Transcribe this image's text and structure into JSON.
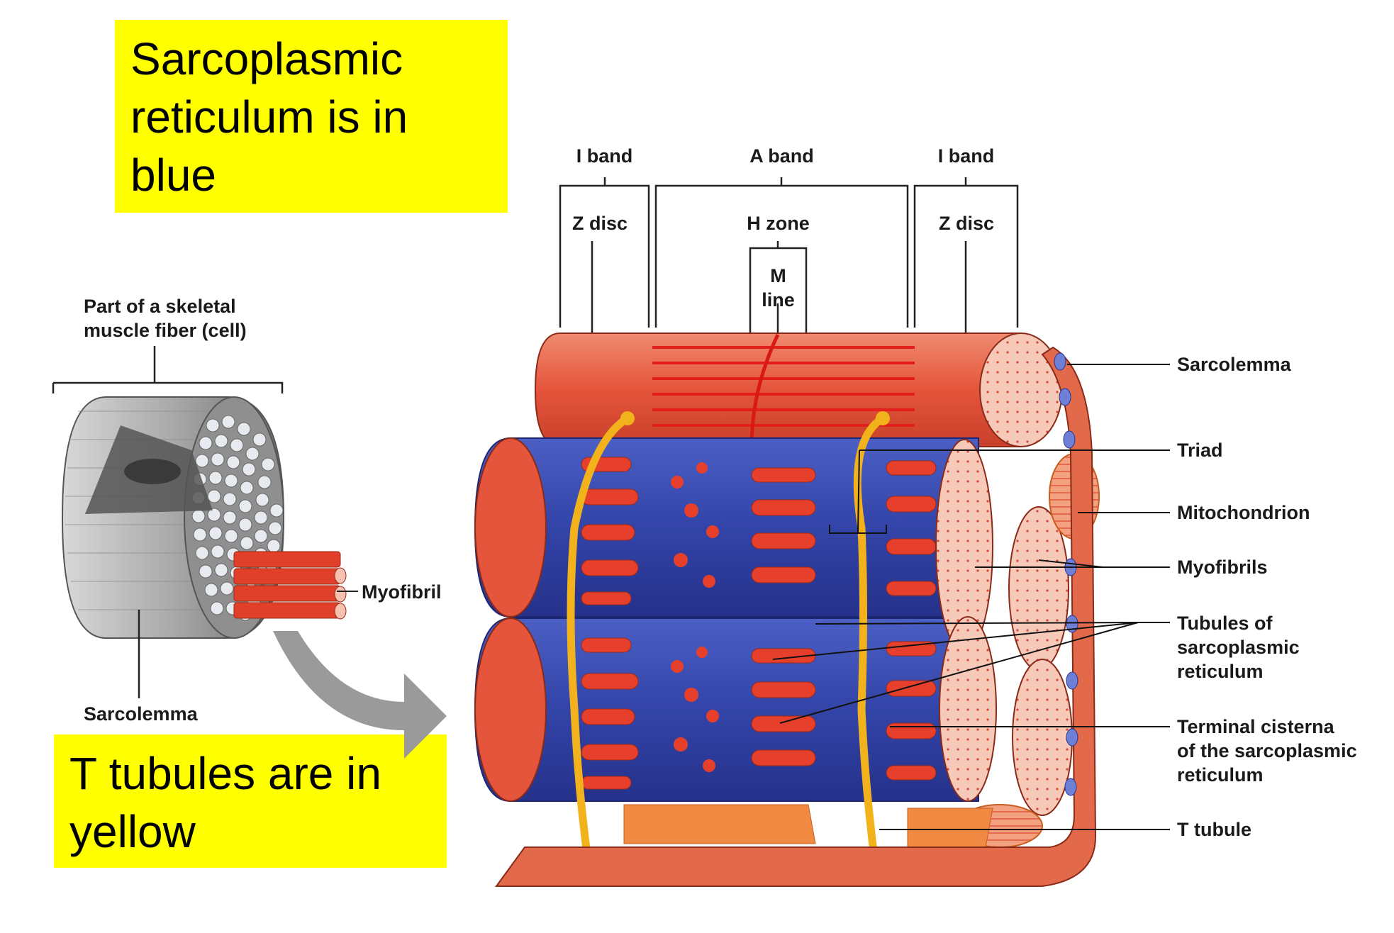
{
  "notes": {
    "sr_note": "Sarcoplasmic reticulum is in blue",
    "tt_note": "T tubules are in yellow"
  },
  "left": {
    "fiber_label_line1": "Part of a skeletal",
    "fiber_label_line2": "muscle fiber (cell)",
    "myofibril": "Myofibril",
    "sarcolemma": "Sarcolemma"
  },
  "top": {
    "i_band_left": "I band",
    "a_band": "A band",
    "i_band_right": "I band",
    "z_disc_left": "Z disc",
    "h_zone": "H zone",
    "z_disc_right": "Z disc",
    "m_line_1": "M",
    "m_line_2": "line"
  },
  "right": {
    "sarcolemma": "Sarcolemma",
    "triad": "Triad",
    "mitochondrion": "Mitochondrion",
    "myofibrils": "Myofibrils",
    "tubules_1": "Tubules of",
    "tubules_2": "sarcoplasmic",
    "tubules_3": "reticulum",
    "terminal_1": "Terminal cisterna",
    "terminal_2": "of the sarcoplasmic",
    "terminal_3": "reticulum",
    "t_tubule": "T tubule"
  },
  "colors": {
    "highlight": "#ffff00",
    "sarcoplasmic_reticulum": "#3a4fb0",
    "t_tubule": "#f2b21c",
    "myofibril": "#e8503a",
    "myofibril_light": "#f3a48c",
    "mitochondrion": "#f07a22"
  }
}
